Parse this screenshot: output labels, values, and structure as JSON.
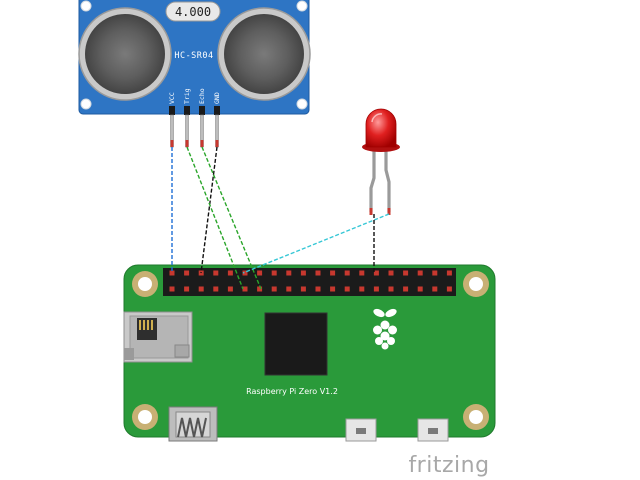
{
  "sensor": {
    "crystal_label": "4.000",
    "model": "HC-SR04",
    "pins": [
      "VCC",
      "Trig",
      "Echo",
      "GND"
    ]
  },
  "board": {
    "name": "Raspberry Pi Zero V1.2"
  },
  "branding": {
    "watermark": "fritzing"
  },
  "colors": {
    "sensor_pcb": "#2e75c4",
    "board_pcb": "#2a9a3a",
    "vcc_wire": "#1f6fd6",
    "gnd_wire": "#111111",
    "signal_wire": "#2aa52a",
    "led_wire": "#35c7d6",
    "led_red": "#e02020"
  }
}
